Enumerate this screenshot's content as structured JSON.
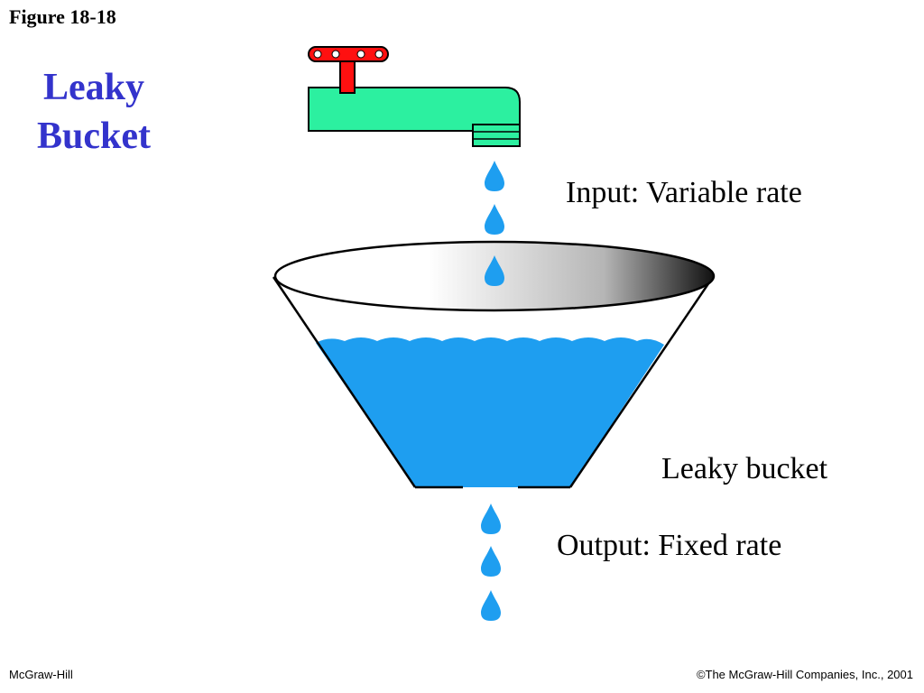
{
  "figure_number": "Figure 18-18",
  "title_lines": [
    "Leaky",
    "Bucket"
  ],
  "labels": {
    "input": "Input: Variable rate",
    "bucket": "Leaky bucket",
    "output": "Output: Fixed rate"
  },
  "footer": {
    "left": "McGraw-Hill",
    "right": "©The McGraw-Hill Companies, Inc., 2001"
  },
  "colors": {
    "title": "#3333cc",
    "water": "#1e9ef0",
    "faucet_body": "#2cf0a0",
    "faucet_handle": "#ff1010"
  },
  "icons": [
    "faucet-icon",
    "water-drop-icon",
    "bucket-icon"
  ]
}
